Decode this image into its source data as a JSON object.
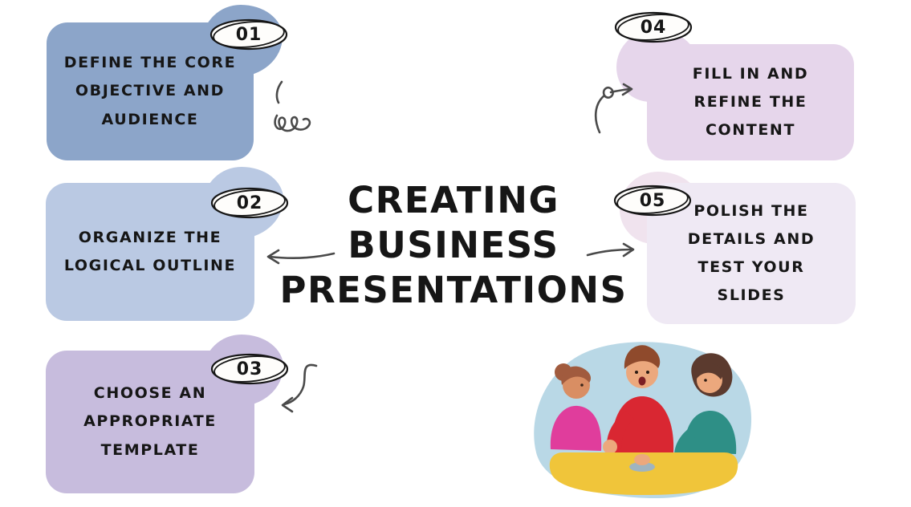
{
  "title": {
    "lines": [
      "CREATING",
      "BUSINESS",
      "PRESENTATIONS"
    ]
  },
  "steps": [
    {
      "number": "01",
      "label": "DEFINE THE CORE OBJECTIVE AND AUDIENCE"
    },
    {
      "number": "02",
      "label": "ORGANIZE THE LOGICAL OUTLINE"
    },
    {
      "number": "03",
      "label": "CHOOSE AN APPROPRIATE TEMPLATE"
    },
    {
      "number": "04",
      "label": "FILL IN AND REFINE THE CONTENT"
    },
    {
      "number": "05",
      "label": "POLISH THE DETAILS AND TEST YOUR SLIDES"
    }
  ],
  "icons": {
    "squiggle": "loop-doodle",
    "arrow_left": "hand-drawn-arrow-pointing-left",
    "arrow_right": "hand-drawn-arrow-pointing-right",
    "arrow_down_left": "curved-arrow-down-left",
    "arrow_up_right": "curved-arrow-up-right"
  },
  "illustration": "three-people-discussing-at-table",
  "colors": {
    "card-1": "#8ca5c9",
    "card-2": "#bac9e3",
    "card-3": "#c7bcdd",
    "card-4": "#e6d6eb",
    "card-5": "#efe9f4",
    "blob-5": "#f0e3ee",
    "ink": "#161616",
    "arrow": "#4a4a4a",
    "badge-bg": "#fefdfb",
    "illus-blob": "#b9d8e6",
    "illus-table": "#f0c53a",
    "shirt-left": "#e03d9c",
    "shirt-center": "#d92732",
    "shirt-right": "#2e8f86",
    "hair-left": "#a15b3e",
    "hair-center": "#8f4a2c",
    "hair-right": "#5b3a2e",
    "skin": "#eca87d",
    "skin-dark": "#d98e63",
    "mouth": "#7c1f24",
    "table-item": "#9fb4c0"
  }
}
